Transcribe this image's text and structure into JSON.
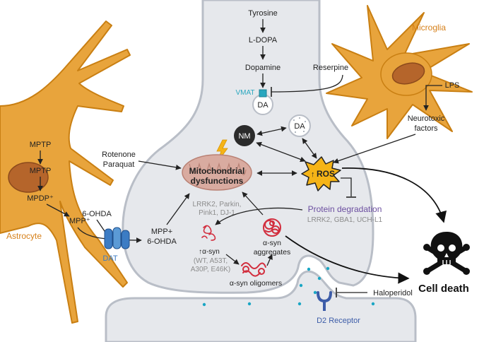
{
  "labels": {
    "tyrosine": "Tyrosine",
    "l_dopa": "L-DOPA",
    "dopamine": "Dopamine",
    "reserpine": "Reserpine",
    "vmat": "VMAT",
    "da": "DA",
    "microglia": "Microglia",
    "lps": "LPS",
    "neurotoxic_line1": "Neurotoxic",
    "neurotoxic_line2": "factors",
    "nm": "NM",
    "rotenone": "Rotenone",
    "paraquat": "Paraquat",
    "mito_line1": "Mitochondrial",
    "mito_line2": "dysfunctions",
    "mito_genes_line1": "LRRK2, Parkin,",
    "mito_genes_line2": "Pink1, DJ-1",
    "ros": "ROS",
    "protein_degradation": "Protein degradation",
    "protein_genes": "LRRK2, GBA1, UCH-L1",
    "mptp": "MPTP",
    "mpdp": "MPDP⁺",
    "mpp_plus": "MPP⁺",
    "six_ohda": "6-OHDA",
    "mpp_line1": "MPP+",
    "mpp_line2": "6-OHDA",
    "astrocyte": "Astrocyte",
    "dat": "DAT",
    "asyn_up": "↑α-syn",
    "asyn_variants_line1": "(WT, A53T,",
    "asyn_variants_line2": "A30P, E46K)",
    "asyn_agg_line1": "α-syn",
    "asyn_agg_line2": "aggregates",
    "asyn_oligomers": "α-syn oligomers",
    "cell_death": "Cell death",
    "haloperidol": "Haloperidol",
    "d2_receptor": "D2 Receptor"
  },
  "colors": {
    "neuron_fill": "#e6e8ec",
    "neuron_stroke": "#b9bec7",
    "glia_fill": "#e8a43c",
    "glia_stroke": "#c97f12",
    "glia_label": "#d6801a",
    "nucleus": "#b5652b",
    "mito_fill": "#d9aba0",
    "ros_fill": "#f5b417",
    "protein_purple": "#6c4fa0",
    "gene_gray": "#8c8c8c",
    "dat_blue": "#3c7cc4",
    "vmat_teal": "#2aa7bf",
    "asyn_red": "#d22e3e",
    "dot_teal": "#1aa6c4",
    "nm_dark": "#2b2b2b"
  }
}
